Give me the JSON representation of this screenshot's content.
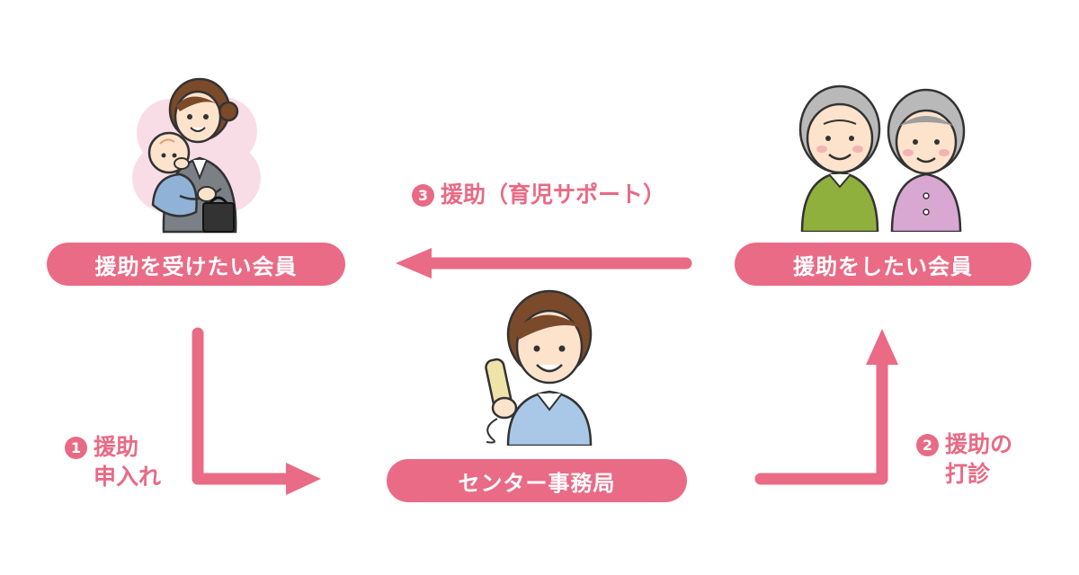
{
  "colors": {
    "pill": "#e96b86",
    "arrow": "#e96b86",
    "label": "#e86a85",
    "blush": "#f9dde6"
  },
  "nodes": {
    "receiver": "援助を受けたい会員",
    "provider": "援助をしたい会員",
    "center": "センター事務局"
  },
  "steps": [
    {
      "number": "1",
      "lines": [
        "援助",
        "申入れ"
      ]
    },
    {
      "number": "2",
      "lines": [
        "援助の",
        "打診"
      ]
    },
    {
      "number": "3",
      "lines": [
        "援助（育児サポート）"
      ]
    }
  ],
  "illustrations": {
    "receiver": "mother-with-baby-icon",
    "provider": "elderly-couple-icon",
    "center": "staff-on-phone-icon"
  }
}
